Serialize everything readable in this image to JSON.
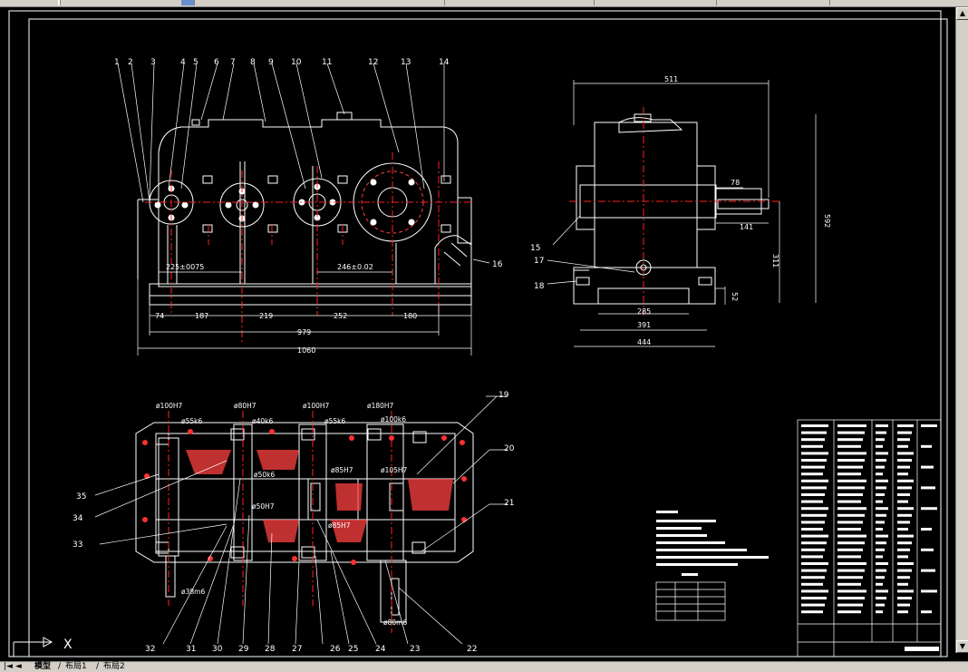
{
  "app": {
    "accent_colors": {
      "background": "#000000",
      "lines": "#ffffff",
      "center_lines": "#ff0000",
      "hatch": "#ff4040",
      "chrome": "#d4d0c8"
    }
  },
  "top_view": {
    "leaders": [
      "1",
      "2",
      "3",
      "4",
      "5",
      "6",
      "7",
      "8",
      "9",
      "10",
      "11",
      "12",
      "13",
      "14"
    ],
    "dims": {
      "d225": "225±0075",
      "d246": "246±0.02",
      "d74": "74",
      "d187": "187",
      "d219": "219",
      "d252": "252",
      "d180": "180",
      "d979": "979",
      "d1060": "1060"
    },
    "callout_16": "16"
  },
  "side_view": {
    "dims": {
      "d511": "511",
      "d592": "592",
      "d78": "78",
      "d141": "141",
      "d311": "311",
      "d52": "52",
      "d285": "285",
      "d391": "391",
      "d444": "444"
    },
    "callouts": {
      "c15": "15",
      "c17": "17",
      "c18": "18"
    }
  },
  "section_view": {
    "fits": {
      "f1": "ø100H7",
      "f2": "ø80H7",
      "f3": "ø100H7",
      "f4": "ø180H7",
      "f5": "ø55k6",
      "f6": "ø40k6",
      "f7": "ø55k6",
      "f8": "ø100k6",
      "f9": "ø50k6",
      "f10": "ø85H7",
      "f11": "ø105H7",
      "f12": "ø50H7",
      "f13": "ø85H7",
      "f14": "ø38m6",
      "f15": "ø80m6"
    },
    "right_callouts": {
      "c19": "19",
      "c20": "20",
      "c21": "21"
    },
    "left_callouts": {
      "c35": "35",
      "c34": "34",
      "c33": "33"
    },
    "bottom_callouts": [
      "32",
      "31",
      "30",
      "29",
      "28",
      "27",
      "26",
      "25",
      "24",
      "23",
      "22"
    ]
  },
  "ucs": {
    "x_label": "X"
  },
  "tabs": {
    "model": "模型",
    "layout1": "布局1",
    "layout2": "布局2"
  }
}
